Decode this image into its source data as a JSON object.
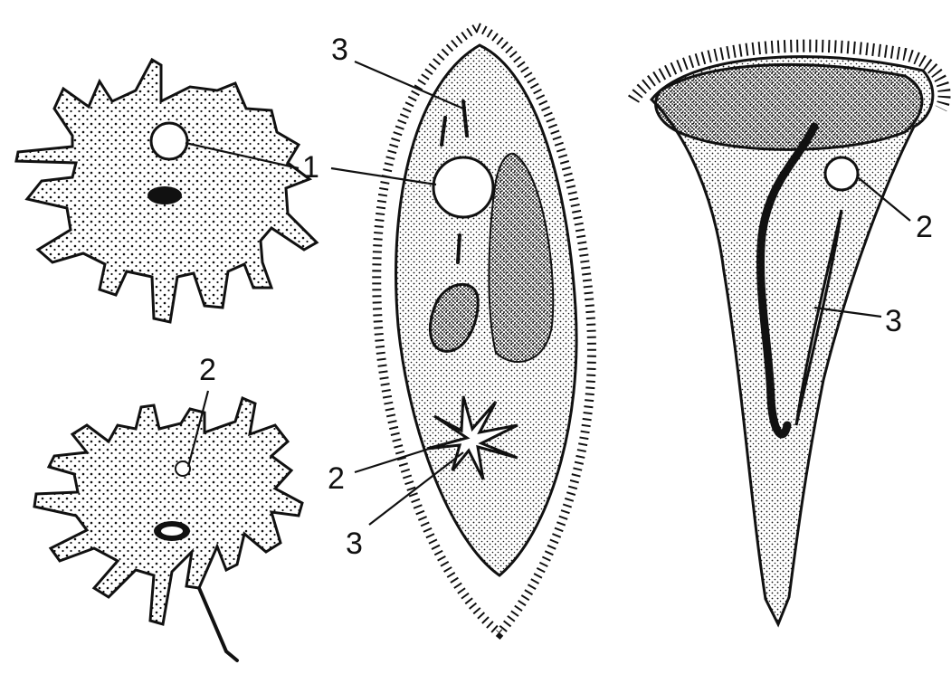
{
  "labels": {
    "amoeba_top_1": "1",
    "amoeba_bottom_2": "2",
    "paramecium_top_3": "3",
    "paramecium_2": "2",
    "paramecium_3": "3",
    "stentor_2": "2",
    "stentor_3": "3"
  },
  "colors": {
    "ink": "#111111",
    "paper": "#ffffff",
    "dark_fill": "#222222"
  }
}
